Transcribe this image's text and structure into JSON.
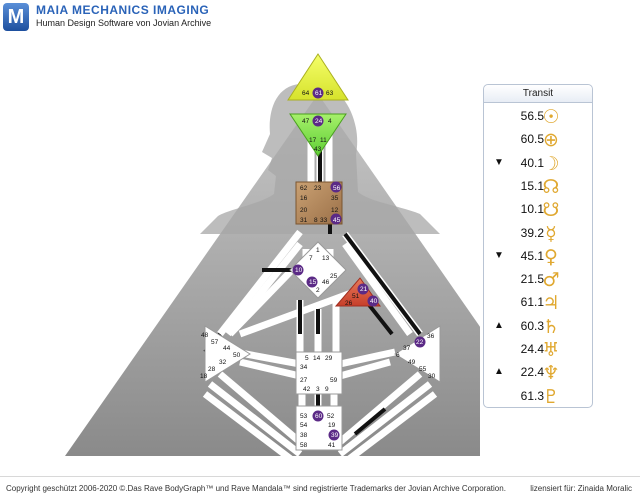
{
  "app": {
    "logo_letter": "M",
    "title": "MAIA MECHANICS IMAGING",
    "subtitle": "Human Design Software von Jovian Archive"
  },
  "transit": {
    "title": "Transit",
    "rows": [
      {
        "arrow": "",
        "value": "56.5",
        "glyph": "☉",
        "icon": "sun-icon"
      },
      {
        "arrow": "",
        "value": "60.5",
        "glyph": "⊕",
        "icon": "earth-icon"
      },
      {
        "arrow": "▼",
        "value": "40.1",
        "glyph": "☽",
        "icon": "moon-icon"
      },
      {
        "arrow": "",
        "value": "15.1",
        "glyph": "☊",
        "icon": "north-node-icon"
      },
      {
        "arrow": "",
        "value": "10.1",
        "glyph": "☋",
        "icon": "south-node-icon"
      },
      {
        "arrow": "",
        "value": "39.2",
        "glyph": "☿",
        "icon": "mercury-icon"
      },
      {
        "arrow": "▼",
        "value": "45.1",
        "glyph": "♀",
        "icon": "venus-icon"
      },
      {
        "arrow": "",
        "value": "21.5",
        "glyph": "♂",
        "icon": "mars-icon"
      },
      {
        "arrow": "",
        "value": "61.1",
        "glyph": "♃",
        "icon": "jupiter-icon"
      },
      {
        "arrow": "▲",
        "value": "60.3",
        "glyph": "♄",
        "icon": "saturn-icon"
      },
      {
        "arrow": "",
        "value": "24.4",
        "glyph": "♅",
        "icon": "uranus-icon"
      },
      {
        "arrow": "▲",
        "value": "22.4",
        "glyph": "♆",
        "icon": "neptune-icon"
      },
      {
        "arrow": "",
        "value": "61.3",
        "glyph": "♇",
        "icon": "pluto-icon"
      }
    ]
  },
  "bodygraph": {
    "head": [
      "64",
      "61",
      "63"
    ],
    "ajna": [
      "47",
      "24",
      "4",
      "17",
      "11",
      "43"
    ],
    "throat": [
      "62",
      "23",
      "56",
      "16",
      "35",
      "20",
      "12",
      "31",
      "8",
      "33",
      "45"
    ],
    "g": [
      "1",
      "7",
      "13",
      "10",
      "25",
      "15",
      "46",
      "2"
    ],
    "ego": [
      "21",
      "51",
      "26",
      "40"
    ],
    "spleen": [
      "48",
      "57",
      "44",
      "50",
      "32",
      "28",
      "18"
    ],
    "solar": [
      "36",
      "22",
      "37",
      "6",
      "49",
      "55",
      "30"
    ],
    "sacral": [
      "5",
      "14",
      "29",
      "34",
      "59",
      "27",
      "42",
      "3",
      "9"
    ],
    "root": [
      "53",
      "60",
      "52",
      "54",
      "19",
      "38",
      "39",
      "58",
      "41"
    ]
  },
  "footer": {
    "left": "Copyright geschützt 2006-2020 ©.Das Rave BodyGraph™ und Rave Mandala™ sind registrierte Trademarks der Jovian Archive Corporation.",
    "right": "lizensiert für: Zinaida Moralic"
  },
  "colors": {
    "accent": "#2a63b8",
    "highlight": "#5b2a86",
    "head": "#e8f542",
    "ajna": "#7ee04a",
    "throat": "#b58a5c",
    "ego": "#d9553a",
    "gold": "#e0a830"
  }
}
